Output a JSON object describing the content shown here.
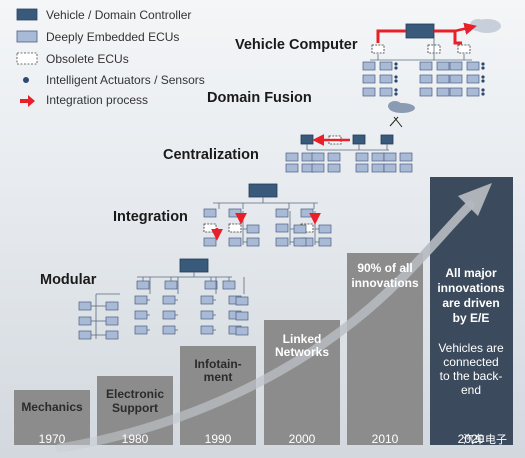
{
  "colors": {
    "controller": "#3a5a7c",
    "ecu": "#a9bad6",
    "bar": "#8c8c8c",
    "bar_dark": "#3b4a5c",
    "arrow_red": "#e8202a",
    "arrow_grey": "#b3b8be"
  },
  "legend": {
    "controller_label": "Vehicle / Domain Controller",
    "ecu_label": "Deeply Embedded ECUs",
    "obsolete_label": "Obsolete ECUs",
    "actuator_label": "Intelligent Actuators / Sensors",
    "integration_label": "Integration process"
  },
  "levels": {
    "vehicle_computer": "Vehicle Computer",
    "domain_fusion": "Domain Fusion",
    "centralization": "Centralization",
    "integration": "Integration",
    "modular": "Modular"
  },
  "bars": [
    {
      "year": "1970",
      "lines": [
        "Mechanics"
      ]
    },
    {
      "year": "1980",
      "lines": [
        "Electronic",
        "Support"
      ]
    },
    {
      "year": "1990",
      "lines": [
        "Infotain-",
        "ment"
      ]
    },
    {
      "year": "2000",
      "lines": [
        "Linked",
        "Networks"
      ]
    },
    {
      "year": "2010",
      "lines": [
        "90% of all",
        "innovations"
      ]
    },
    {
      "year": "2020",
      "lines": [
        "All major",
        "innovations",
        "are driven",
        "by E/E",
        "",
        "Vehicles are",
        "connected",
        "to the back-",
        "end"
      ]
    }
  ],
  "watermark": "汽车电子"
}
